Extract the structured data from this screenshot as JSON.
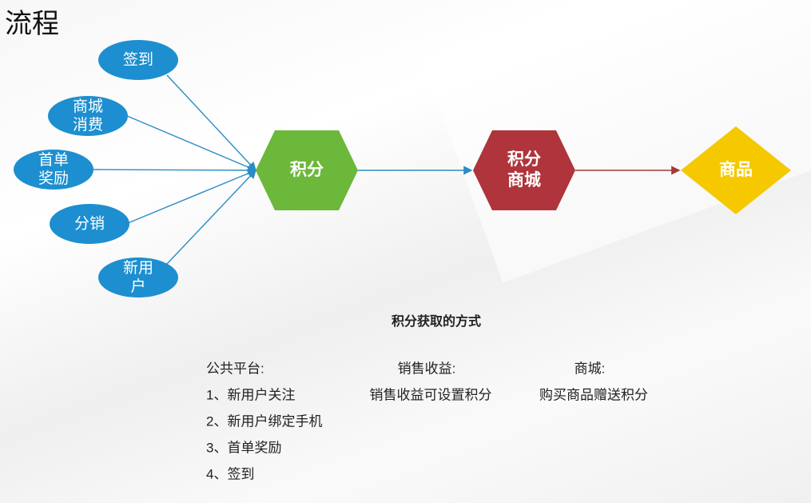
{
  "title": "流程",
  "sources": [
    {
      "label": "签到"
    },
    {
      "label": "商城\n消费",
      "lines": [
        "商城",
        "消费"
      ]
    },
    {
      "label": "首单\n奖励",
      "lines": [
        "首单",
        "奖励"
      ]
    },
    {
      "label": "分销"
    },
    {
      "label": "新用\n户",
      "lines": [
        "新用",
        "户"
      ]
    }
  ],
  "flow": {
    "points": {
      "label": "积分",
      "color": "#6cb83a"
    },
    "mall": {
      "lines": [
        "积分",
        "商城"
      ],
      "color": "#b0343b"
    },
    "goods": {
      "label": "商品",
      "color": "#f5c800"
    }
  },
  "colors": {
    "source_fill": "#1d8fd0",
    "connector_blue": "#2a8cc4",
    "connector_red": "#a33a3a"
  },
  "caption": "积分获取的方式",
  "methods": {
    "public": {
      "heading": "公共平台:",
      "items": [
        "1、新用户关注",
        "2、新用户绑定手机",
        "3、首单奖励",
        "4、签到"
      ]
    },
    "sales": {
      "heading": "销售收益:",
      "items": [
        "销售收益可设置积分"
      ]
    },
    "mall": {
      "heading": "商城:",
      "items": [
        "购买商品赠送积分"
      ]
    }
  }
}
